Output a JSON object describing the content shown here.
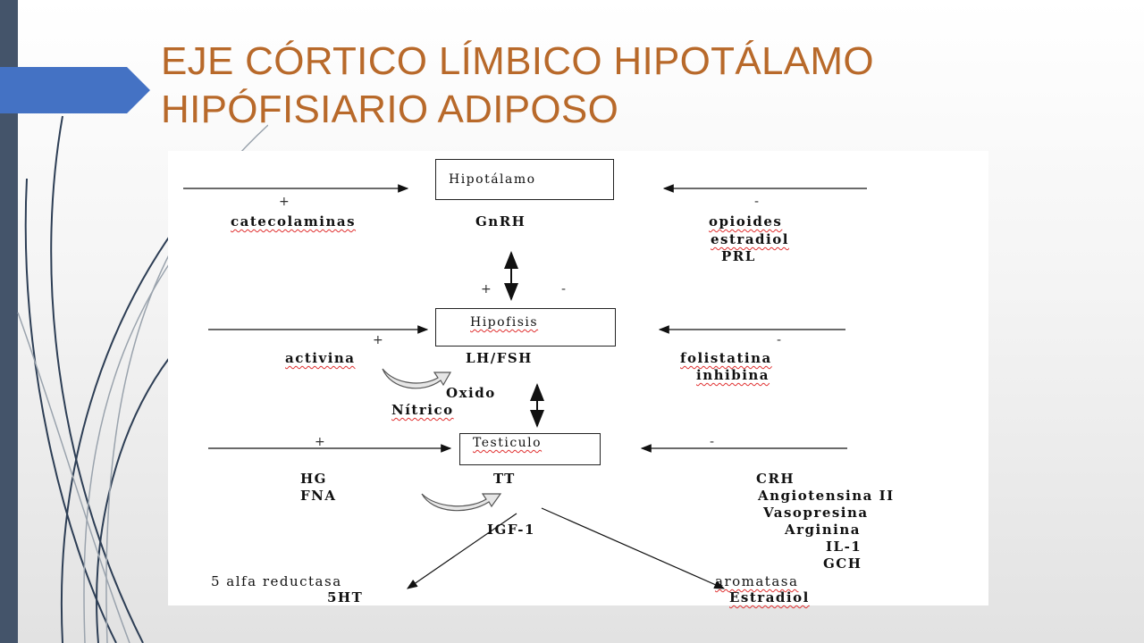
{
  "slide": {
    "title_line1": "EJE CÓRTICO LÍMBICO HIPOTÁLAMO",
    "title_line2": "HIPÓFISIARIO ADIPOSO",
    "colors": {
      "title": "#b8692a",
      "tab": "#4472c4",
      "bar": "#44546a"
    }
  },
  "diagram": {
    "hypothalamus": {
      "box": "Hipotálamo",
      "hormone": "GnRH",
      "left_sign": "+",
      "right_sign": "-",
      "stimulators": [
        "catecolaminas"
      ],
      "inhibitors": [
        "opioides",
        "estradiol",
        "PRL"
      ]
    },
    "axis_signs": {
      "plus": "+",
      "minus": "-"
    },
    "pituitary": {
      "box": "Hipofisis",
      "hormone": "LH/FSH",
      "left_sign": "+",
      "right_sign": "-",
      "stimulators": [
        "activina"
      ],
      "inhibitors": [
        "folistatina",
        "inhibina"
      ],
      "feedback_line1": "Oxido",
      "feedback_line2": "Nítrico"
    },
    "testis": {
      "box": "Testiculo",
      "hormone": "TT",
      "left_sign": "+",
      "right_sign": "-",
      "stimulators": [
        "HG",
        "FNA"
      ],
      "inhibitors": [
        "CRH",
        "Angiotensina II",
        "Vasopresina",
        "Arginina",
        "IL-1",
        "GCH"
      ],
      "igf": "IGF-1"
    },
    "outputs": {
      "left_enzyme": "5 alfa reductasa",
      "left_product": "5HT",
      "right_enzyme": "aromatasa",
      "right_product": "Estradiol"
    }
  }
}
